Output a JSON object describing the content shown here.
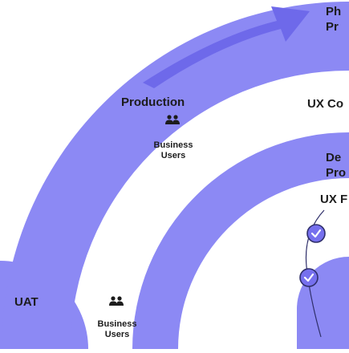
{
  "colors": {
    "band": "#8c89f4",
    "arrow": "#6e69ea",
    "check_fill": "#7670ee",
    "text": "#1c1c1c",
    "connector": "#2f2f6a"
  },
  "diagram": {
    "outer_ring_label": "Production",
    "left_label": "UAT",
    "user_groups": [
      {
        "icon": "users-icon",
        "line1": "Business",
        "line2": "Users"
      },
      {
        "icon": "users-icon",
        "line1": "Business",
        "line2": "Users"
      }
    ],
    "right_labels": [
      {
        "line1": "Ph",
        "line2": "Pr"
      },
      {
        "line1": "UX Co"
      },
      {
        "line1": "De",
        "line2": "Pro"
      },
      {
        "line1": "UX F"
      }
    ],
    "checkpoints": [
      "check-icon",
      "check-icon"
    ]
  }
}
